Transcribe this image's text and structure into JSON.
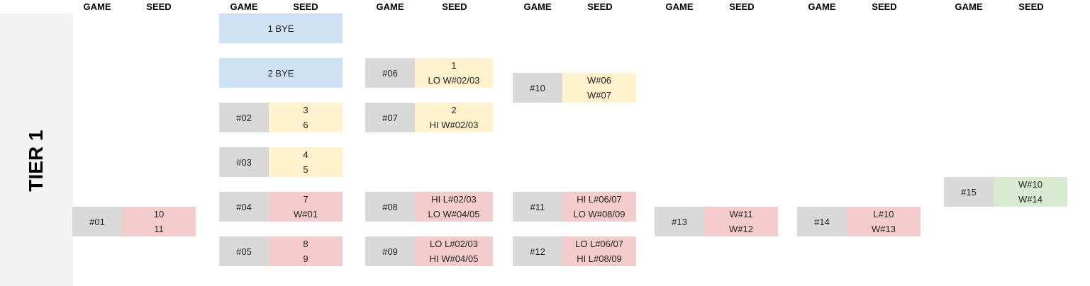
{
  "headers": {
    "game": "GAME",
    "seed": "SEED"
  },
  "tier_label": "TIER 1",
  "colors": {
    "game_cell": "#d9d9d9",
    "bye_cell": "#cfe2f3",
    "yellow_cell": "#fff2cc",
    "red_cell": "#f4cccc",
    "green_cell": "#d9ead3",
    "tier_panel": "#f3f3f3"
  },
  "byes": [
    "1 BYE",
    "2 BYE"
  ],
  "games": [
    {
      "game": "#01",
      "seeds": [
        "10",
        "11"
      ]
    },
    {
      "game": "#02",
      "seeds": [
        "3",
        "6"
      ]
    },
    {
      "game": "#03",
      "seeds": [
        "4",
        "5"
      ]
    },
    {
      "game": "#04",
      "seeds": [
        "7",
        "W#01"
      ]
    },
    {
      "game": "#05",
      "seeds": [
        "8",
        "9"
      ]
    },
    {
      "game": "#06",
      "seeds": [
        "1",
        "LO W#02/03"
      ]
    },
    {
      "game": "#07",
      "seeds": [
        "2",
        "HI W#02/03"
      ]
    },
    {
      "game": "#08",
      "seeds": [
        "HI L#02/03",
        "LO W#04/05"
      ]
    },
    {
      "game": "#09",
      "seeds": [
        "LO L#02/03",
        "HI W#04/05"
      ]
    },
    {
      "game": "#10",
      "seeds": [
        "W#06",
        "W#07"
      ]
    },
    {
      "game": "#11",
      "seeds": [
        "HI L#06/07",
        "LO W#08/09"
      ]
    },
    {
      "game": "#12",
      "seeds": [
        "LO L#06/07",
        "HI L#08/09"
      ]
    },
    {
      "game": "#13",
      "seeds": [
        "W#11",
        "W#12"
      ]
    },
    {
      "game": "#14",
      "seeds": [
        "L#10",
        "W#13"
      ]
    },
    {
      "game": "#15",
      "seeds": [
        "W#10",
        "W#14"
      ]
    }
  ]
}
